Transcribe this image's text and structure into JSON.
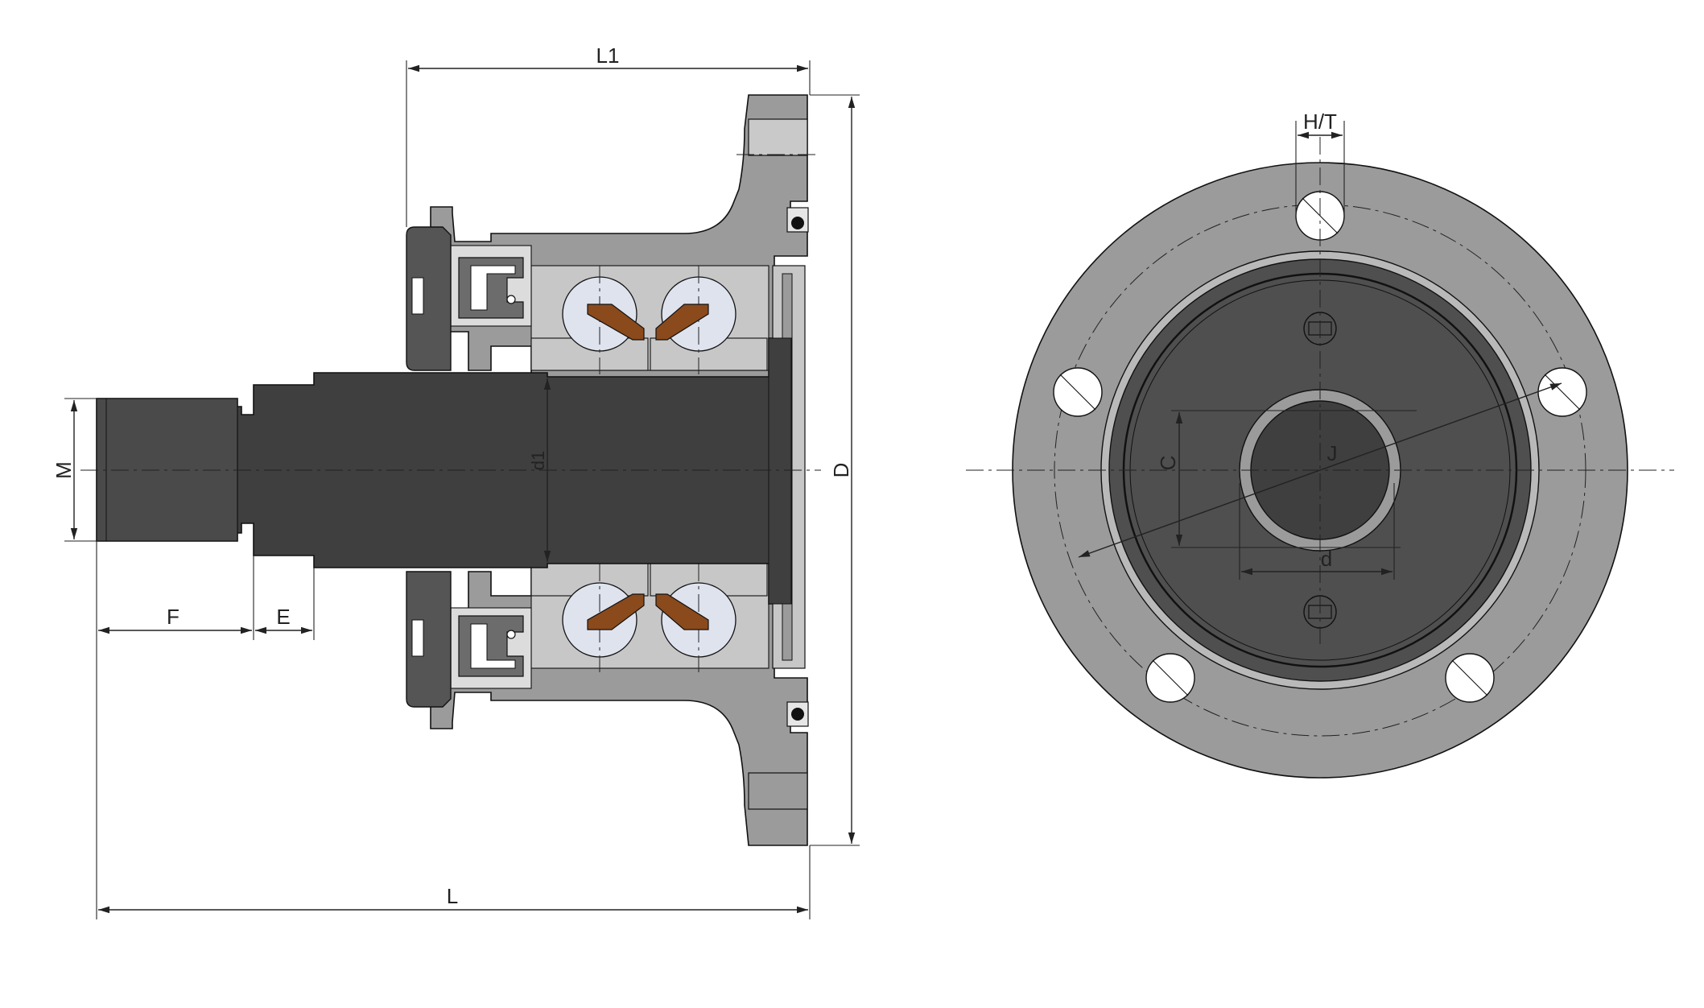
{
  "labels": {
    "L1": "L1",
    "L": "L",
    "M": "M",
    "F": "F",
    "E": "E",
    "d1": "d1",
    "D": "D",
    "HT": "H/T",
    "C": "C",
    "J": "J",
    "d": "d"
  },
  "colors": {
    "housing": "#9b9b9b",
    "housing_light": "#b9b9b9",
    "shaft": "#3f3f3f",
    "dark_face": "#4f4f4f",
    "nut": "#555555",
    "ball": "#dfe3ee",
    "cage": "#8a4a1c",
    "ring": "#c7c7c7",
    "line": "#222222",
    "background": "#ffffff"
  }
}
